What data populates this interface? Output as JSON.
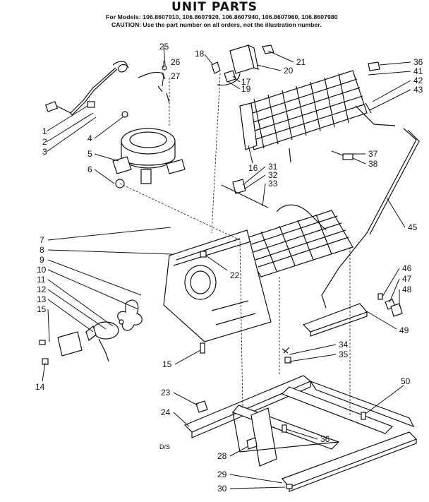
{
  "header": {
    "title": "UNIT PARTS",
    "models": "For Models: 106.8607910, 106.8607920, 106.8607940, 106.8607960, 106.8607980",
    "caution": "CAUTION: Use the part number on all orders, not the illustration number."
  },
  "footer_mark": "D/S",
  "callouts": [
    {
      "id": "25",
      "label": "25"
    },
    {
      "id": "26",
      "label": "26"
    },
    {
      "id": "27",
      "label": "27"
    },
    {
      "id": "18",
      "label": "18"
    },
    {
      "id": "21",
      "label": "21"
    },
    {
      "id": "20",
      "label": "20"
    },
    {
      "id": "17",
      "label": "17"
    },
    {
      "id": "19",
      "label": "19"
    },
    {
      "id": "36a",
      "label": "36"
    },
    {
      "id": "41",
      "label": "41"
    },
    {
      "id": "42",
      "label": "42"
    },
    {
      "id": "43",
      "label": "43"
    },
    {
      "id": "1",
      "label": "1"
    },
    {
      "id": "2",
      "label": "2"
    },
    {
      "id": "3",
      "label": "3"
    },
    {
      "id": "4",
      "label": "4"
    },
    {
      "id": "5",
      "label": "5"
    },
    {
      "id": "6",
      "label": "6"
    },
    {
      "id": "16",
      "label": "16"
    },
    {
      "id": "37",
      "label": "37"
    },
    {
      "id": "38",
      "label": "38"
    },
    {
      "id": "31",
      "label": "31"
    },
    {
      "id": "32",
      "label": "32"
    },
    {
      "id": "33",
      "label": "33"
    },
    {
      "id": "45",
      "label": "45"
    },
    {
      "id": "7",
      "label": "7"
    },
    {
      "id": "8",
      "label": "8"
    },
    {
      "id": "9",
      "label": "9"
    },
    {
      "id": "10",
      "label": "10"
    },
    {
      "id": "11",
      "label": "11"
    },
    {
      "id": "12",
      "label": "12"
    },
    {
      "id": "13",
      "label": "13"
    },
    {
      "id": "15a",
      "label": "15"
    },
    {
      "id": "22",
      "label": "22"
    },
    {
      "id": "46",
      "label": "46"
    },
    {
      "id": "47",
      "label": "47"
    },
    {
      "id": "48",
      "label": "48"
    },
    {
      "id": "49",
      "label": "49"
    },
    {
      "id": "14",
      "label": "14"
    },
    {
      "id": "15b",
      "label": "15"
    },
    {
      "id": "34",
      "label": "34"
    },
    {
      "id": "35",
      "label": "35"
    },
    {
      "id": "50",
      "label": "50"
    },
    {
      "id": "23",
      "label": "23"
    },
    {
      "id": "24",
      "label": "24"
    },
    {
      "id": "36b",
      "label": "36"
    },
    {
      "id": "28",
      "label": "28"
    },
    {
      "id": "29",
      "label": "29"
    },
    {
      "id": "30",
      "label": "30"
    }
  ]
}
